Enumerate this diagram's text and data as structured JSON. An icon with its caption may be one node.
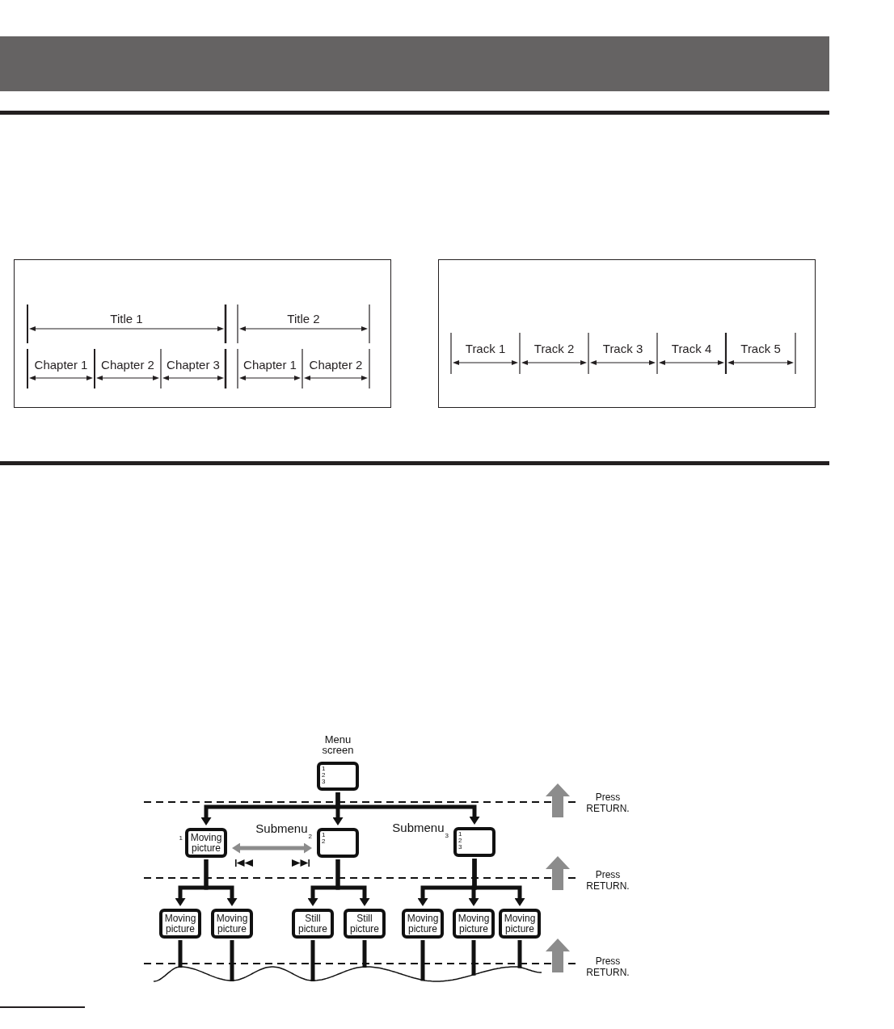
{
  "diagram": {
    "nodes": [
      {
        "text": [
          "Title 1",
          "Title 2",
          "Chapter 1",
          "Chapter 2",
          "Chapter 3",
          "Chapter 1",
          "Chapter 2"
        ]
      },
      {
        "text": [
          "Track 1",
          "Track 2",
          "Track 3",
          "Track 4",
          "Track 5"
        ]
      },
      {
        "text": [
          "Menu screen",
          "1 2 3"
        ]
      },
      {
        "text": [
          "Moving picture"
        ],
        "beside": [
          "1"
        ]
      },
      {
        "text": [
          "Submenu$_{2}$",
          "1 2"
        ]
      },
      {
        "text": [
          "Submenu$_{3}$",
          "1 2 3"
        ]
      },
      {
        "text": [
          "Moving picture"
        ]
      },
      {
        "text": [
          "Moving picture"
        ]
      },
      {
        "text": [
          "Still picture"
        ]
      },
      {
        "text": [
          "Still picture"
        ]
      },
      {
        "text": [
          "Moving picture"
        ]
      },
      {
        "text": [
          "Moving picture"
        ]
      },
      {
        "text": [
          "Moving picture"
        ]
      }
    ],
    "edges": [
      {
        "from": 2,
        "to": 3,
        "arrow": "to"
      },
      {
        "from": 2,
        "to": 4,
        "arrow": "to"
      },
      {
        "from": 2,
        "to": 5,
        "arrow": "to"
      },
      {
        "from": 3,
        "to": 4,
        "arrow": "both",
        "color": "#8c8c8c"
      },
      {
        "from": 3,
        "to": 6,
        "arrow": "to"
      },
      {
        "from": 3,
        "to": 7,
        "arrow": "to"
      },
      {
        "from": 4,
        "to": 8,
        "arrow": "to"
      },
      {
        "from": 4,
        "to": 9,
        "arrow": "to"
      },
      {
        "from": 5,
        "to": 10,
        "arrow": "to"
      },
      {
        "from": 5,
        "to": 11,
        "arrow": "to"
      },
      {
        "from": 5,
        "to": 12,
        "arrow": "to"
      },
      {
        "from": 6,
        "to": null,
        "arrow": "none"
      },
      {
        "from": 7,
        "to": null,
        "arrow": "none"
      },
      {
        "from": 8,
        "to": null,
        "arrow": "none"
      },
      {
        "from": 9,
        "to": null,
        "arrow": "none"
      },
      {
        "from": 10,
        "to": null,
        "arrow": "none"
      },
      {
        "from": 11,
        "to": null,
        "arrow": "none"
      },
      {
        "from": 12,
        "to": null,
        "arrow": "none"
      }
    ],
    "labels": [
      "Press RETURN.",
      "Press RETURN.",
      "Press RETURN."
    ]
  }
}
